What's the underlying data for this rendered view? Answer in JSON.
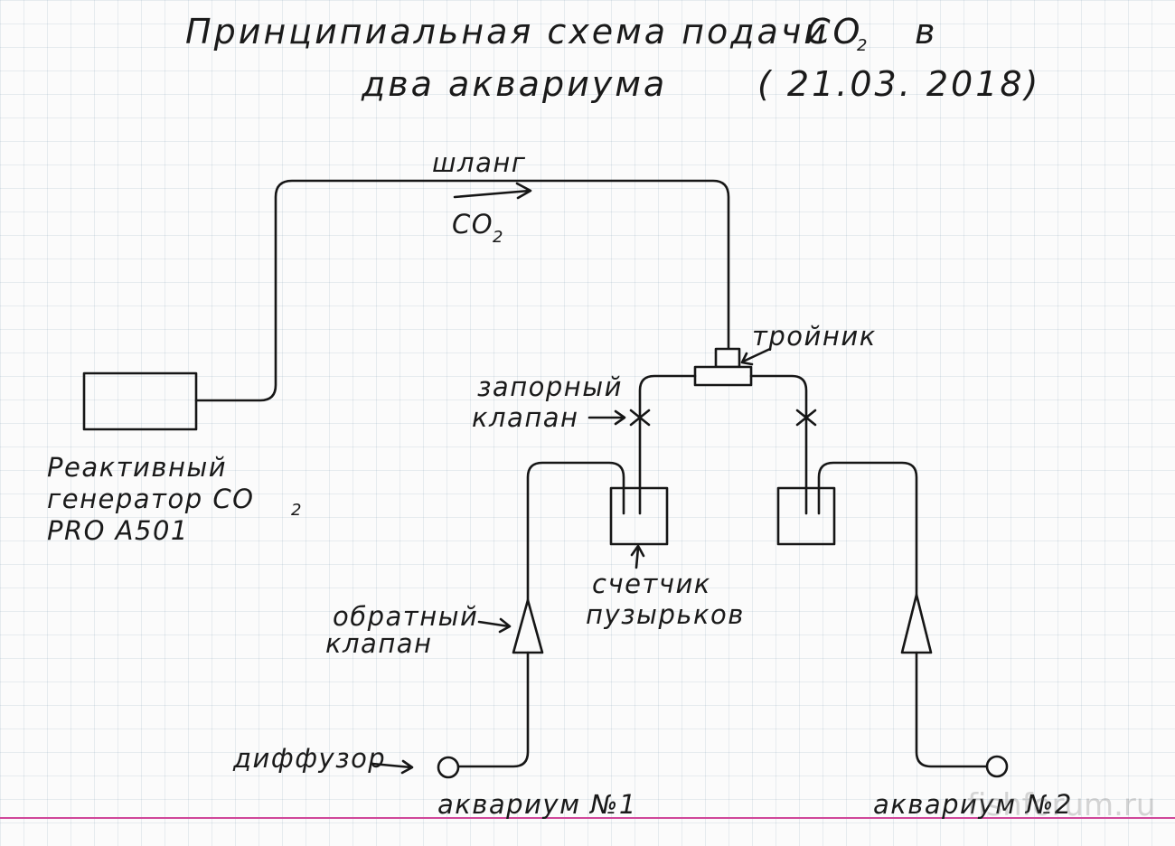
{
  "title": {
    "line1": "Принципиальная схема подачи",
    "co2_base": "СО",
    "co2_sub": "2",
    "line1_tail": "в",
    "line2": "два аквариума",
    "date": "( 21.03. 2018)"
  },
  "labels": {
    "hose": "шланг",
    "flow": "СО",
    "flow_sub": "2",
    "generator_1": "Реактивный",
    "generator_2": "генератор СО",
    "generator_2_sub": "2",
    "generator_3": "PRO A501",
    "tee": "тройник",
    "shutoff_1": "запорный",
    "shutoff_2": "клапан",
    "counter_1": "счетчик",
    "counter_2": "пузырьков",
    "check_1": "обратный",
    "check_2": "клапан",
    "diffuser": "диффузор",
    "aquarium_1": "аквариум №1",
    "aquarium_2": "аквариум №2"
  },
  "watermark": "fishforum.ru",
  "colors": {
    "ink": "#161616",
    "paper": "#fbfbfb",
    "grid": "#b4c6d2",
    "margin_line": "#d0479a"
  }
}
